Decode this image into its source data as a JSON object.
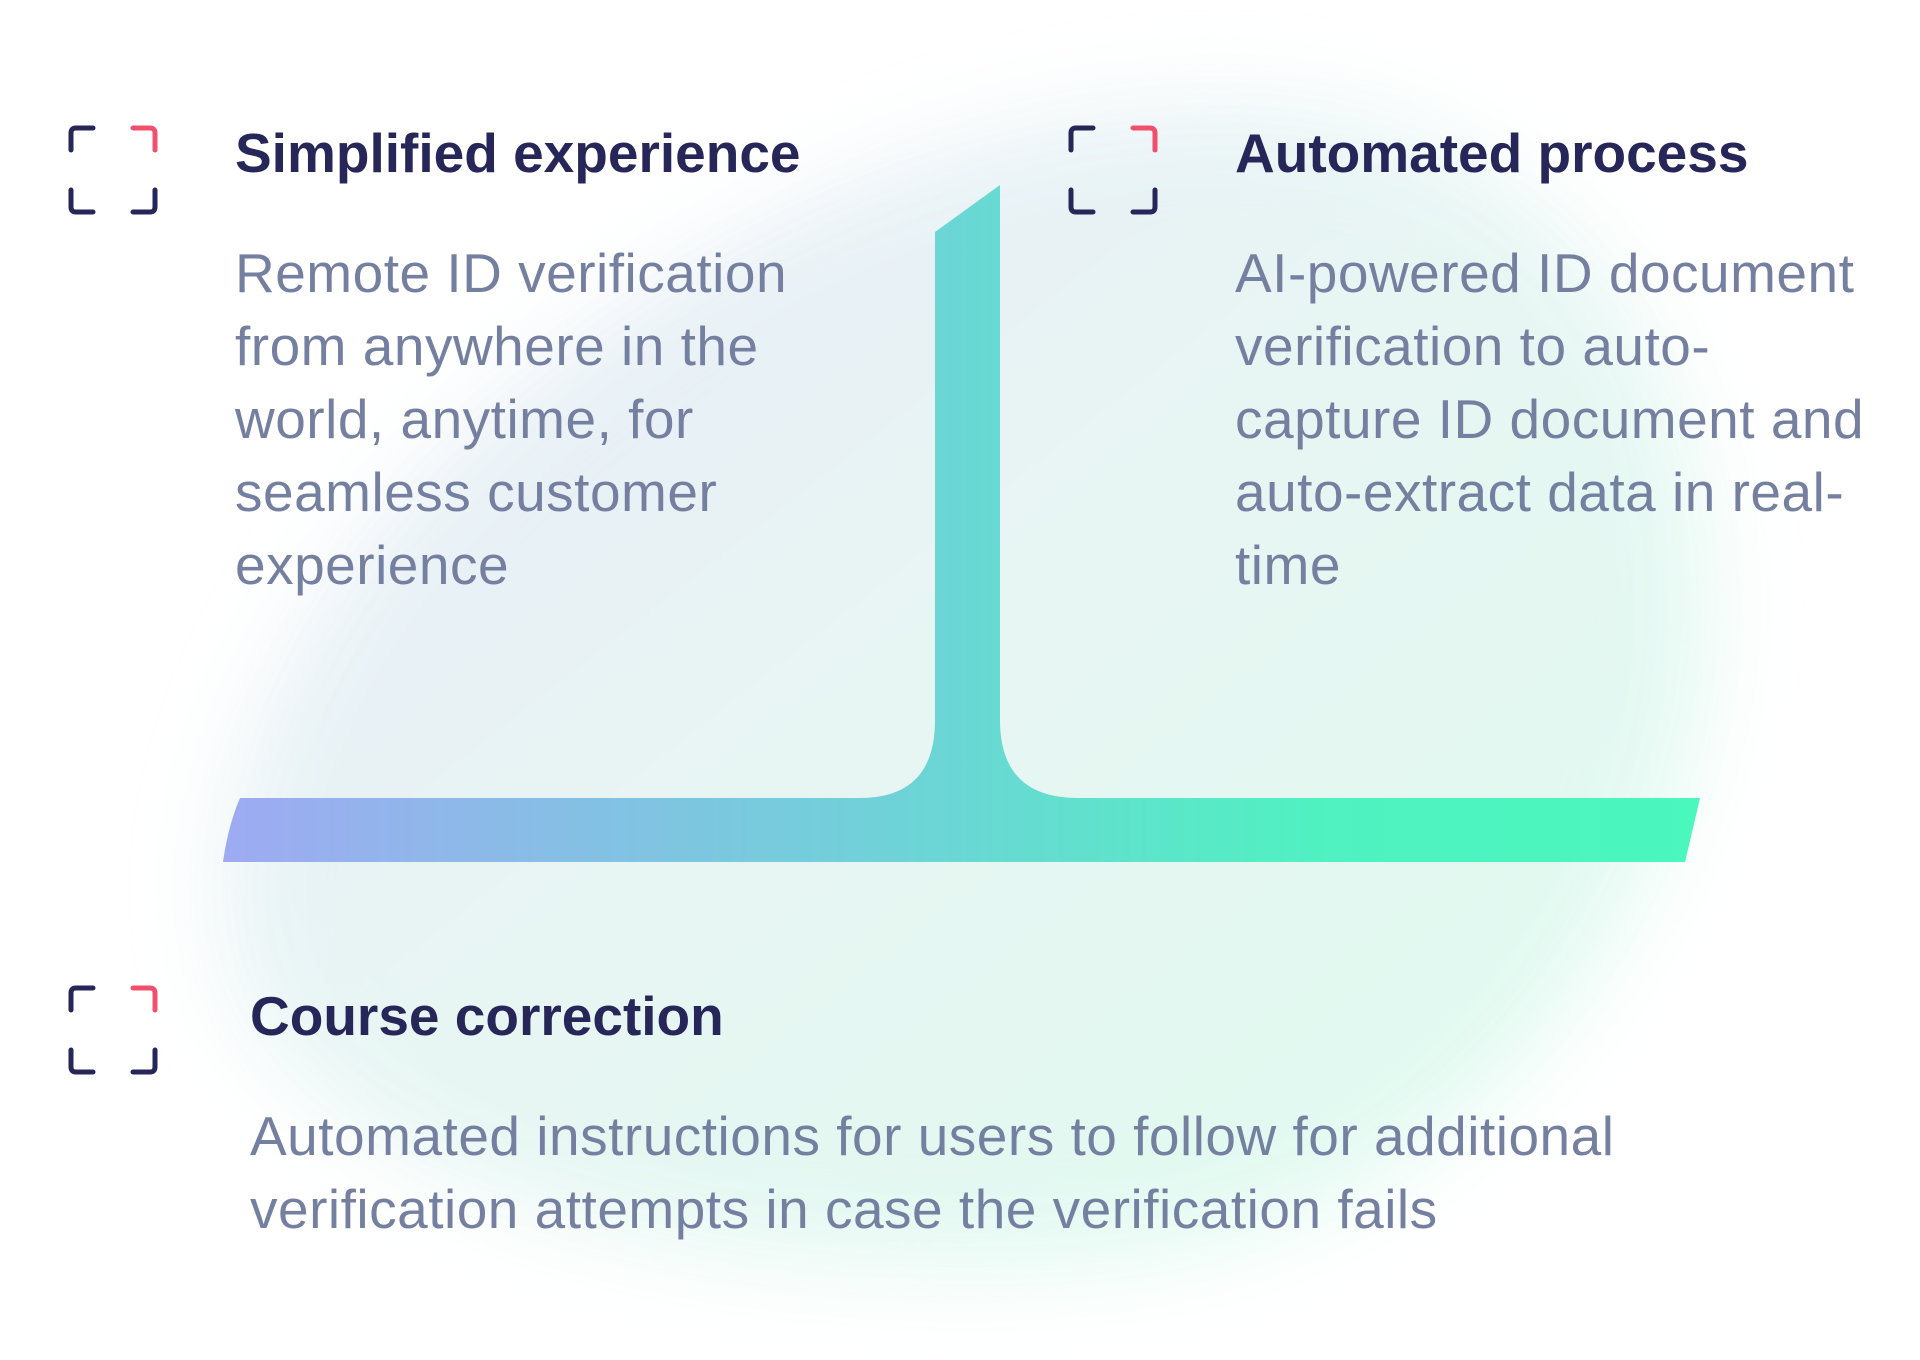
{
  "colors": {
    "title": "#262659",
    "description": "#7580a0",
    "icon_dark": "#262659",
    "icon_accent": "#f0506e",
    "gradient_start": "#9eaaf2",
    "gradient_mid": "#6fd2d8",
    "gradient_end": "#4af7bd"
  },
  "features": [
    {
      "icon": "scan-frame-icon",
      "title": "Simplified experience",
      "description": "Remote ID verification from anywhere in the world, anytime, for seamless customer experience"
    },
    {
      "icon": "scan-frame-icon",
      "title": "Automated process",
      "description": "AI-powered ID document verification to auto-capture ID document and auto-extract data in real-time"
    },
    {
      "icon": "scan-frame-icon",
      "title": "Course correction",
      "description": "Automated instructions for users to follow for additional verification attempts in case the verification fails"
    }
  ]
}
